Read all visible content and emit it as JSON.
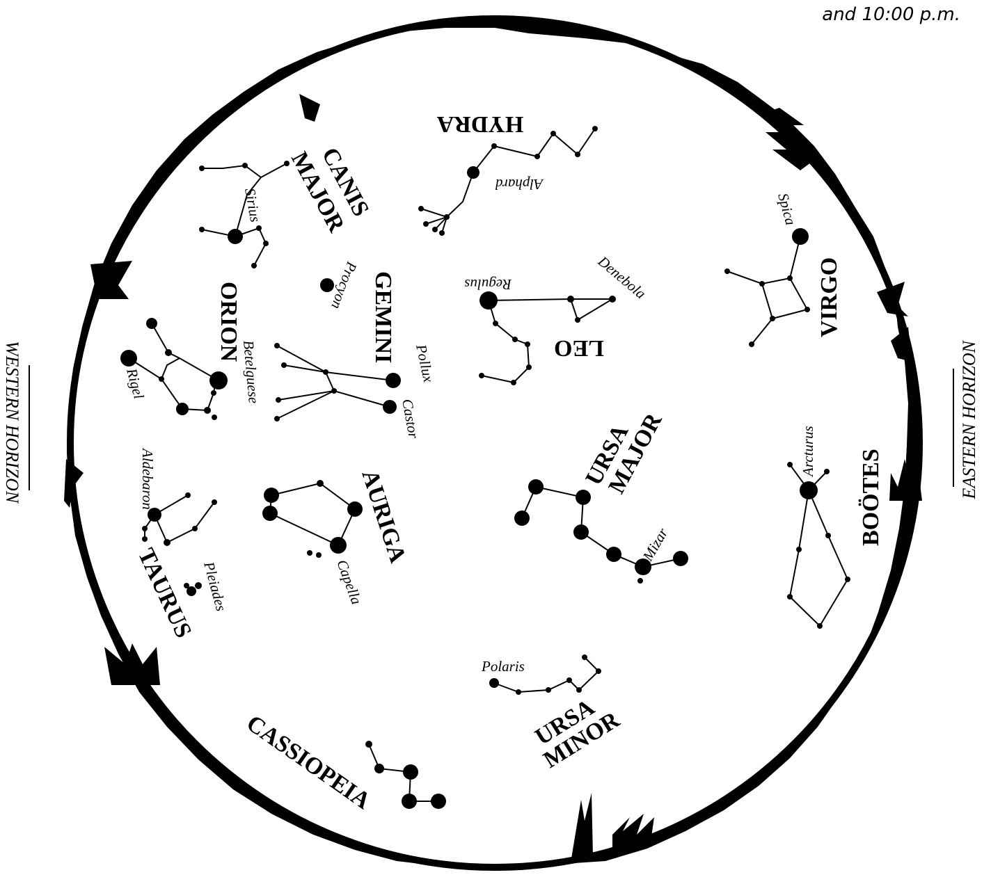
{
  "note": "and 10:00 p.m.",
  "horizons": {
    "west": "WESTERN HORIZON",
    "east": "EASTERN HORIZON"
  },
  "constellations": {
    "hydra": "HYDRA",
    "canis_major_1": "CANIS",
    "canis_major_2": "MAJOR",
    "orion": "ORION",
    "gemini": "GEMINI",
    "leo": "LEO",
    "virgo": "VIRGO",
    "taurus": "TAURUS",
    "auriga": "AURIGA",
    "ursa_major_1": "URSA",
    "ursa_major_2": "MAJOR",
    "bootes": "BOÖTES",
    "ursa_minor_1": "URSA",
    "ursa_minor_2": "MINOR",
    "cassiopeia": "CASSIOPEIA"
  },
  "stars": {
    "alphard": "Alphard",
    "sirius": "Sirius",
    "procyon": "Procyon",
    "regulus": "Regulus",
    "denebola": "Denebola",
    "spica": "Spica",
    "rigel": "Rigel",
    "betelgeuse": "Betelguese",
    "pollux": "Pollux",
    "castor": "Castor",
    "aldebaran": "Aldebaron",
    "pleiades": "Pleiades",
    "capella": "Capella",
    "mizar": "Mizar",
    "arcturus": "Arcturus",
    "polaris": "Polaris"
  }
}
